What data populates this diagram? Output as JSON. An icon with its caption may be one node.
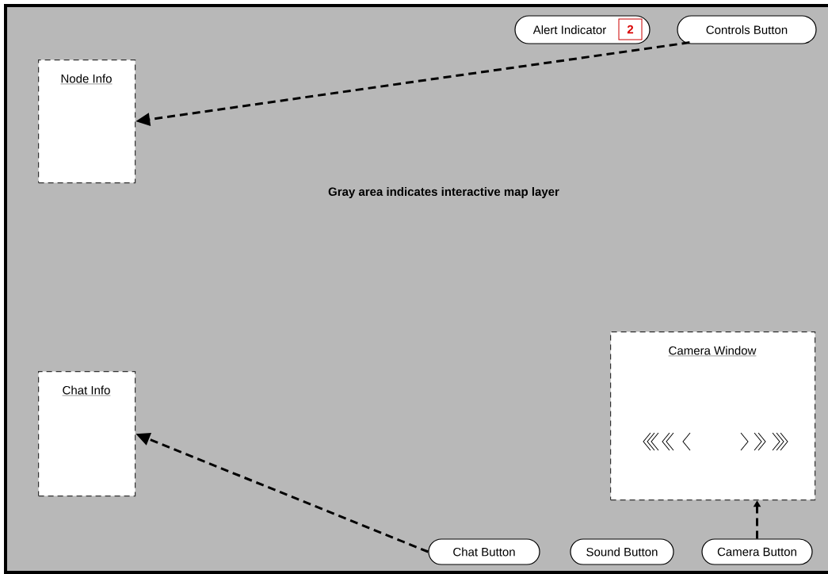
{
  "diagram": {
    "nodes": [
      {
        "text": [
          "Gray area indicates interactive map layer"
        ]
      },
      {
        "text": [
          "Node Info"
        ],
        "in": 0
      },
      {
        "text": [
          "Chat Info"
        ],
        "in": 0
      },
      {
        "text": [
          "Camera Window"
        ],
        "in": 0
      },
      {
        "text": [
          "Alert Indicator"
        ],
        "in": 0
      },
      {
        "text": [
          "2"
        ],
        "in": 4
      },
      {
        "text": [
          "Controls Button"
        ],
        "in": 0
      },
      {
        "text": [
          "Chat Button"
        ],
        "in": 0
      },
      {
        "text": [
          "Sound Button"
        ],
        "in": 0
      },
      {
        "text": [
          "Camera Button"
        ],
        "in": 0
      }
    ],
    "edges": [
      {
        "from": 6,
        "to": 1,
        "arrow": "to",
        "style": "dashed"
      },
      {
        "from": 7,
        "to": 2,
        "arrow": "to",
        "style": "dashed"
      },
      {
        "from": 9,
        "to": 3,
        "arrow": "to",
        "style": "dashed"
      }
    ]
  }
}
